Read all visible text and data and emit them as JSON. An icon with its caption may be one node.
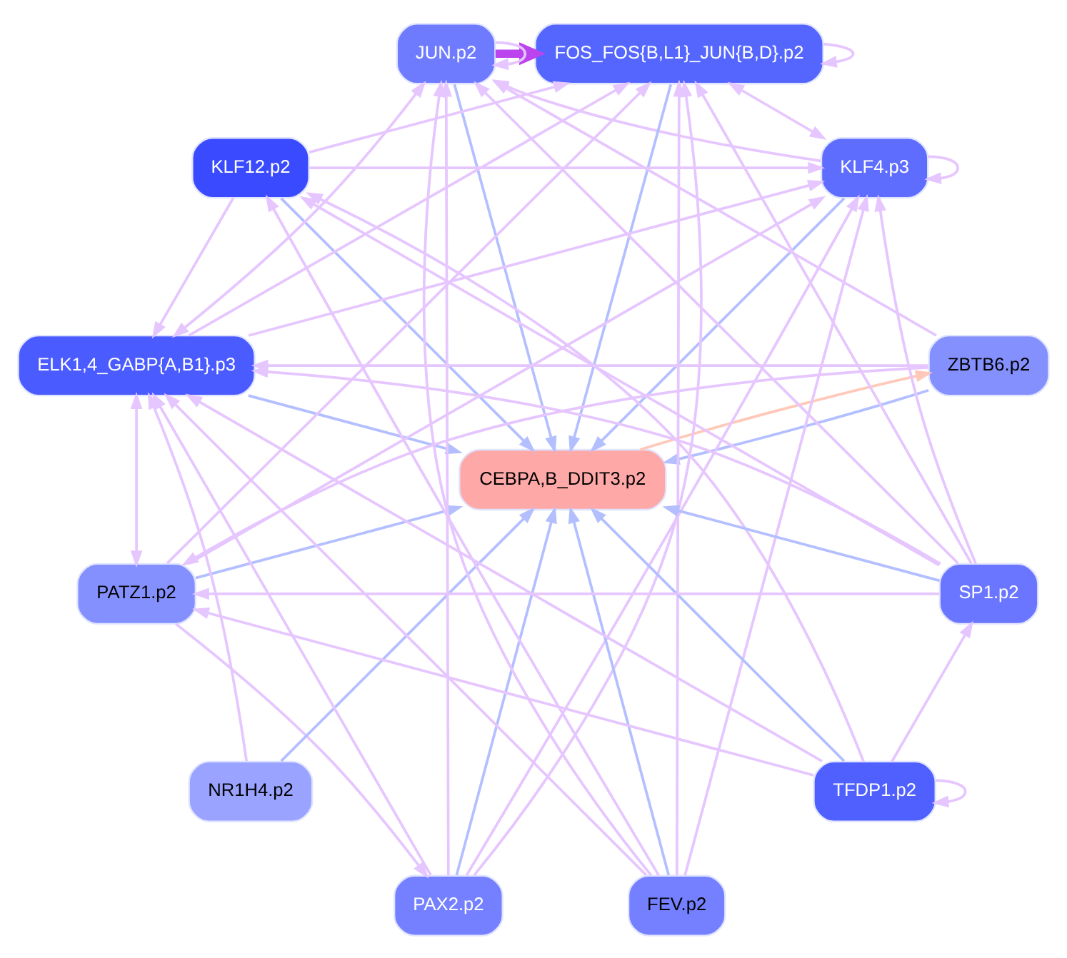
{
  "diagram": {
    "nodes": [
      {
        "text": [
          "KLF4.p3"
        ]
      },
      {
        "text": [
          "FOS_FOS{B,L1}_JUN{B,D}.p2"
        ]
      },
      {
        "text": [
          "JUN.p2"
        ]
      },
      {
        "text": [
          "KLF12.p2"
        ]
      },
      {
        "text": [
          "ELK1,4_GABP{A,B1}.p3"
        ]
      },
      {
        "text": [
          "ZBTB6.p2"
        ]
      },
      {
        "text": [
          "CEBPA,B_DDIT3.p2"
        ]
      },
      {
        "text": [
          "PATZ1.p2"
        ]
      },
      {
        "text": [
          "NR1H4.p2"
        ]
      },
      {
        "text": [
          "PAX2.p2"
        ]
      },
      {
        "text": [
          "FEV.p2"
        ]
      },
      {
        "text": [
          "TFDP1.p2"
        ]
      },
      {
        "text": [
          "SP1.p2"
        ]
      }
    ],
    "edges": [
      {
        "from": 0,
        "to": 6,
        "arrow": "to",
        "color": "#b3bfff"
      },
      {
        "from": 1,
        "to": 6,
        "arrow": "to",
        "color": "#b3bfff"
      },
      {
        "from": 2,
        "to": 6,
        "arrow": "to",
        "color": "#b3bfff"
      },
      {
        "from": 3,
        "to": 6,
        "arrow": "to",
        "color": "#b3bfff"
      },
      {
        "from": 4,
        "to": 6,
        "arrow": "to",
        "color": "#b3bfff"
      },
      {
        "from": 5,
        "to": 6,
        "arrow": "to",
        "color": "#b3bfff"
      },
      {
        "from": 6,
        "to": 5,
        "arrow": "to",
        "color": "#ffc8b8"
      },
      {
        "from": 7,
        "to": 6,
        "arrow": "to",
        "color": "#b3bfff"
      },
      {
        "from": 8,
        "to": 6,
        "arrow": "to",
        "color": "#b3bfff"
      },
      {
        "from": 9,
        "to": 6,
        "arrow": "to",
        "color": "#b3bfff"
      },
      {
        "from": 10,
        "to": 6,
        "arrow": "to",
        "color": "#b3bfff"
      },
      {
        "from": 11,
        "to": 6,
        "arrow": "to",
        "color": "#b3bfff"
      },
      {
        "from": 12,
        "to": 6,
        "arrow": "to",
        "color": "#b3bfff"
      },
      {
        "from": 0,
        "to": 0,
        "arrow": "to"
      },
      {
        "from": 1,
        "to": 1,
        "arrow": "to"
      },
      {
        "from": 2,
        "to": 2,
        "arrow": "to"
      },
      {
        "from": 11,
        "to": 11,
        "arrow": "to"
      },
      {
        "from": 2,
        "to": 1,
        "arrow": "to",
        "style": "thick",
        "color": "#bb44ee"
      },
      {
        "from": 0,
        "to": 2,
        "arrow": "to"
      },
      {
        "from": 0,
        "to": 1,
        "arrow": "both"
      },
      {
        "from": 3,
        "to": 1,
        "arrow": "to"
      },
      {
        "from": 3,
        "to": 0,
        "arrow": "to"
      },
      {
        "from": 3,
        "to": 4,
        "arrow": "to"
      },
      {
        "from": 5,
        "to": 4,
        "arrow": "to"
      },
      {
        "from": 5,
        "to": 2,
        "arrow": "to"
      },
      {
        "from": 5,
        "to": 7,
        "arrow": "to"
      },
      {
        "from": 4,
        "to": 2,
        "arrow": "both"
      },
      {
        "from": 4,
        "to": 0,
        "arrow": "to"
      },
      {
        "from": 4,
        "to": 1,
        "arrow": "to"
      },
      {
        "from": 7,
        "to": 4,
        "arrow": "both"
      },
      {
        "from": 7,
        "to": 0,
        "arrow": "to"
      },
      {
        "from": 7,
        "to": 1,
        "arrow": "to"
      },
      {
        "from": 7,
        "to": 9,
        "arrow": "to"
      },
      {
        "from": 9,
        "to": 2,
        "arrow": "to"
      },
      {
        "from": 9,
        "to": 4,
        "arrow": "to"
      },
      {
        "from": 9,
        "to": 0,
        "arrow": "to"
      },
      {
        "from": 9,
        "to": 1,
        "arrow": "to"
      },
      {
        "from": 11,
        "to": 7,
        "arrow": "to"
      },
      {
        "from": 11,
        "to": 4,
        "arrow": "to"
      },
      {
        "from": 11,
        "to": 3,
        "arrow": "to"
      },
      {
        "from": 11,
        "to": 12,
        "arrow": "to"
      },
      {
        "from": 12,
        "to": 7,
        "arrow": "to"
      },
      {
        "from": 12,
        "to": 4,
        "arrow": "to"
      },
      {
        "from": 12,
        "to": 0,
        "arrow": "to"
      },
      {
        "from": 12,
        "to": 1,
        "arrow": "to"
      },
      {
        "from": 12,
        "to": 3,
        "arrow": "to"
      },
      {
        "from": 12,
        "to": 2,
        "arrow": "to"
      },
      {
        "from": 10,
        "to": 3,
        "arrow": "to"
      },
      {
        "from": 10,
        "to": 1,
        "arrow": "to"
      },
      {
        "from": 10,
        "to": 4,
        "arrow": "to"
      },
      {
        "from": 10,
        "to": 2,
        "arrow": "to"
      },
      {
        "from": 10,
        "to": 0,
        "arrow": "to"
      },
      {
        "from": 8,
        "to": 4,
        "arrow": "to"
      }
    ]
  }
}
